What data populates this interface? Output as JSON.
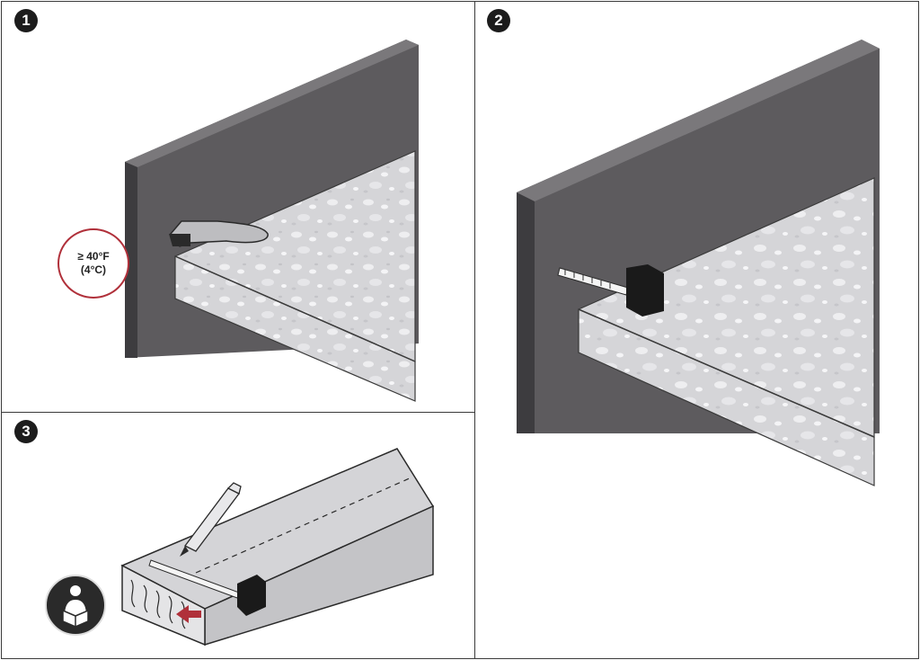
{
  "steps": [
    {
      "number": "1",
      "icon": "circled-number-one"
    },
    {
      "number": "2",
      "icon": "circled-number-two"
    },
    {
      "number": "3",
      "icon": "circled-number-three"
    }
  ],
  "temperature": {
    "fahrenheit": "≥ 40°F",
    "celsius": "(4°C)"
  },
  "icons": [
    "wall-icon",
    "ice-scraper-icon",
    "insulation-board-icon",
    "tape-measure-icon",
    "utility-knife-icon",
    "read-manual-icon",
    "arrow-icon"
  ],
  "colors": {
    "wall": "#5d5b5e",
    "wall_edge": "#3d3c3f",
    "board": "#dddde0",
    "board_specks": "#f2f2f4",
    "accent_red": "#b0303a",
    "box": "#d4d4d7"
  }
}
